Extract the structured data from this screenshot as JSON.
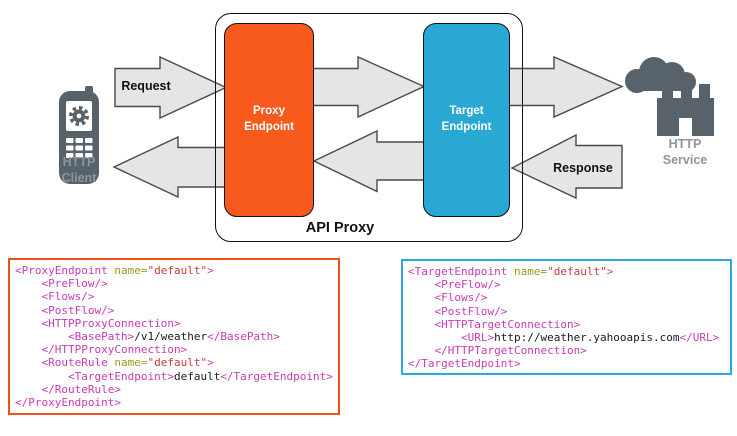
{
  "colors": {
    "proxy_orange": "#F75A1C",
    "target_blue": "#29A8D4",
    "code_border_orange": "#EB5318",
    "code_border_blue": "#29ABE0",
    "arrow_fill": "#E4E5E6",
    "arrow_stroke": "#4A4A4C",
    "icon_gray": "#57626B",
    "icon_label_gray": "#8D969D",
    "code_tag": "#C93BB4",
    "code_attr": "#9C9A1C",
    "code_string": "#C93A3A",
    "code_text": "#1A1A1A"
  },
  "diagram": {
    "api_proxy_label": "API Proxy",
    "proxy_endpoint_label": "Proxy\nEndpoint",
    "target_endpoint_label": "Target\nEndpoint",
    "request_label": "Request",
    "response_label": "Response",
    "http_client_label": "HTTP\nClient",
    "http_service_label": "HTTP\nService"
  },
  "code_blocks": {
    "proxy": {
      "lines": [
        [
          {
            "t": "tag",
            "s": "<ProxyEndpoint "
          },
          {
            "t": "attr",
            "s": "name="
          },
          {
            "t": "str",
            "s": "\"default\""
          },
          {
            "t": "tag",
            "s": ">"
          }
        ],
        [
          {
            "t": "tag",
            "s": "    <PreFlow/>"
          }
        ],
        [
          {
            "t": "tag",
            "s": "    <Flows/>"
          }
        ],
        [
          {
            "t": "tag",
            "s": "    <PostFlow/>"
          }
        ],
        [
          {
            "t": "tag",
            "s": "    <HTTPProxyConnection>"
          }
        ],
        [
          {
            "t": "tag",
            "s": "        <BasePath>"
          },
          {
            "t": "txt",
            "s": "/v1/weather"
          },
          {
            "t": "tag",
            "s": "</BasePath>"
          }
        ],
        [
          {
            "t": "tag",
            "s": "    </HTTPProxyConnection>"
          }
        ],
        [
          {
            "t": "tag",
            "s": "    <RouteRule "
          },
          {
            "t": "attr",
            "s": "name="
          },
          {
            "t": "str",
            "s": "\"default\""
          },
          {
            "t": "tag",
            "s": ">"
          }
        ],
        [
          {
            "t": "tag",
            "s": "        <TargetEndpoint>"
          },
          {
            "t": "txt",
            "s": "default"
          },
          {
            "t": "tag",
            "s": "</TargetEndpoint>"
          }
        ],
        [
          {
            "t": "tag",
            "s": "    </RouteRule>"
          }
        ],
        [
          {
            "t": "tag",
            "s": "</ProxyEndpoint>"
          }
        ]
      ]
    },
    "target": {
      "lines": [
        [
          {
            "t": "tag",
            "s": "<TargetEndpoint "
          },
          {
            "t": "attr",
            "s": "name="
          },
          {
            "t": "str",
            "s": "\"default\""
          },
          {
            "t": "tag",
            "s": ">"
          }
        ],
        [
          {
            "t": "tag",
            "s": "    <PreFlow/>"
          }
        ],
        [
          {
            "t": "tag",
            "s": "    <Flows/>"
          }
        ],
        [
          {
            "t": "tag",
            "s": "    <PostFlow/>"
          }
        ],
        [
          {
            "t": "tag",
            "s": "    <HTTPTargetConnection>"
          }
        ],
        [
          {
            "t": "tag",
            "s": "        <URL>"
          },
          {
            "t": "txt",
            "s": "http://weather.yahooapis.com"
          },
          {
            "t": "tag",
            "s": "</URL>"
          }
        ],
        [
          {
            "t": "tag",
            "s": "    </HTTPTargetConnection>"
          }
        ],
        [
          {
            "t": "tag",
            "s": "</TargetEndpoint>"
          }
        ]
      ]
    }
  }
}
